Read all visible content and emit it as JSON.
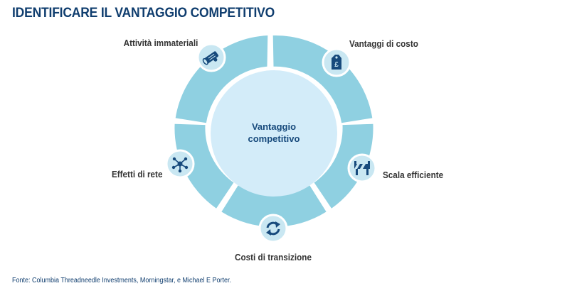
{
  "title": "IDENTIFICARE IL VANTAGGIO COMPETITIVO",
  "center": {
    "line1": "Vantaggio",
    "line2": "competitivo"
  },
  "nodes": [
    {
      "label": "Attività immateriali",
      "icon": "diploma-icon"
    },
    {
      "label": "Vantaggi di costo",
      "icon": "pound-price-tag-icon"
    },
    {
      "label": "Scala efficiente",
      "icon": "barrier-icon"
    },
    {
      "label": "Costi di transizione",
      "icon": "cycle-arrows-icon"
    },
    {
      "label": "Effetti di rete",
      "icon": "network-icon"
    }
  ],
  "source": "Fonte: Columbia Threadneedle Investments, Morningstar, e Michael E Porter.",
  "colors": {
    "title": "#0f3d6e",
    "ring": "#8fd0e1",
    "center_fill": "#d3ecf9",
    "icon_fill": "#c9e7f2",
    "icon_stroke": "#ffffff",
    "icon_glyph": "#174a7c",
    "label": "#333333"
  }
}
